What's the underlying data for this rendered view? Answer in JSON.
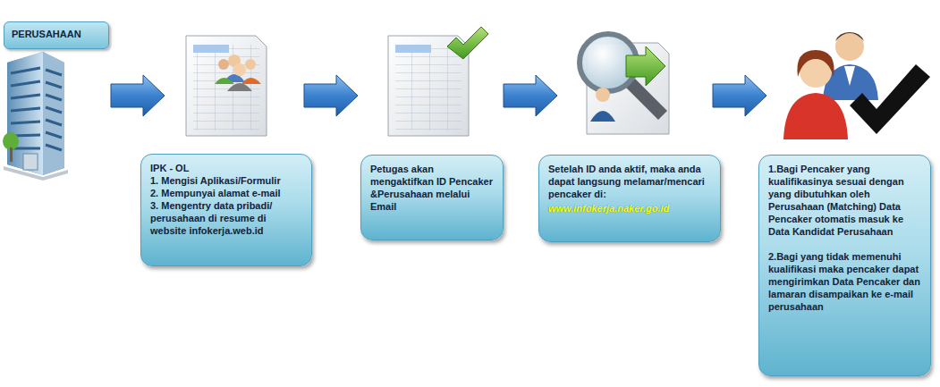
{
  "diagram": {
    "nodes": [
      {
        "text": [
          "PERUSAHAAN"
        ]
      },
      {
        "text": [
          "IPK - OL",
          "1. Mengisi Aplikasi/Formulir",
          "2. Mempunyai alamat e-mail",
          "3. Mengentry data pribadi/ perusahaan di resume di website infokerja.web.id"
        ]
      },
      {
        "text": [
          "Petugas akan mengaktifkan ID Pencaker &Perusahaan melalui Email"
        ]
      },
      {
        "text": [
          "Setelah ID anda aktif, maka anda dapat langsung melamar/mencari pencaker di:",
          "www.infokerja.naker.go.id"
        ]
      },
      {
        "text": [
          "1.Bagi Pencaker yang kualifikasinya sesuai dengan yang dibutuhkan oleh Perusahaan (Matching) Data Pencaker otomatis masuk ke Data Kandidat Perusahaan",
          "2.Bagi yang tidak memenuhi kualifikasi maka pencaker dapat mengirimkan Data Pencaker dan lamaran disampaikan ke e-mail perusahaan"
        ]
      }
    ]
  }
}
